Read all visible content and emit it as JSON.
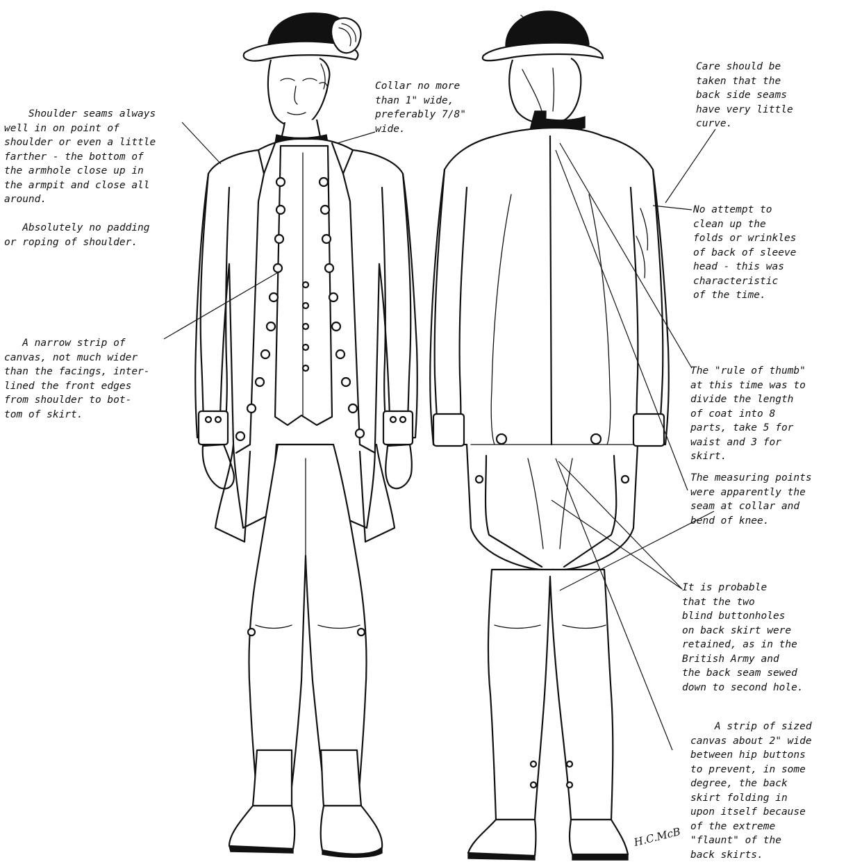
{
  "notes": {
    "shoulder_seams": "    Shoulder seams always\nwell in on point of\nshoulder or even a little\nfarther - the bottom of\nthe armhole close up in\nthe armpit and close all\naround.",
    "no_padding": "   Absolutely no padding\nor roping of shoulder.",
    "canvas_strip_front": "   A narrow strip of\ncanvas, not much wider\nthan the facings, inter-\nlined the front edges\nfrom shoulder to bot-\ntom of skirt.",
    "collar": "Collar no more\nthan 1\" wide,\npreferably 7/8\"\nwide.",
    "back_seams": "Care should be\ntaken that the\nback side seams\nhave very little\ncurve.",
    "sleeve_head": "No attempt to\nclean up the\nfolds or wrinkles\nof back of sleeve\nhead - this was\ncharacteristic\nof the time.",
    "rule_of_thumb": "The \"rule of thumb\"\nat this time was to\ndivide the length\nof coat into 8\nparts, take 5 for\nwaist and 3 for\nskirt.",
    "measuring_points": "The measuring points\nwere apparently the\nseam at collar and\nbend of knee.",
    "buttonholes": "It is probable\nthat the two\nblind buttonholes\non back skirt were\nretained, as in the\nBritish Army and\nthe back seam sewed\ndown to second hole.",
    "sized_canvas": "    A strip of sized\ncanvas about 2\" wide\nbetween hip buttons\nto prevent, in some\ndegree, the back\nskirt folding in\nupon itself because\nof the extreme\n\"flaunt\" of the\nback skirts."
  },
  "signature": "H.C.McB",
  "figures": {
    "front": "front-view-figure",
    "back": "back-view-figure"
  },
  "colors": {
    "ink": "#111111",
    "paper": "#ffffff"
  }
}
